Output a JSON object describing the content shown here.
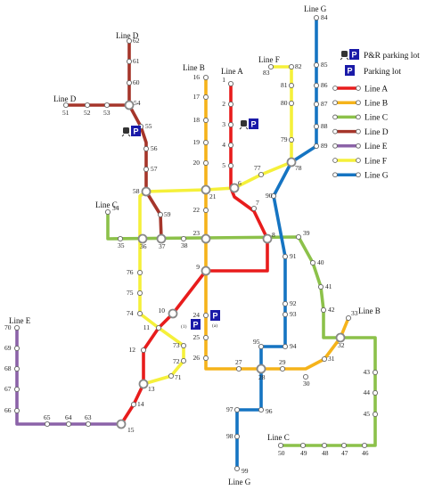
{
  "lines": [
    {
      "id": "A",
      "name": "Line A",
      "color": "#e81c1c"
    },
    {
      "id": "B",
      "name": "Line B",
      "color": "#f5b31a"
    },
    {
      "id": "C",
      "name": "Line C",
      "color": "#8cc14a"
    },
    {
      "id": "D",
      "name": "Line D",
      "color": "#a5352a"
    },
    {
      "id": "E",
      "name": "Line E",
      "color": "#8b62a8"
    },
    {
      "id": "F",
      "name": "Line F",
      "color": "#f5f03a"
    },
    {
      "id": "G",
      "name": "Line G",
      "color": "#1574c2"
    }
  ],
  "legend": {
    "pr_label": "P&R parking lot",
    "parking_label": "Parking lot",
    "p_glyph": "P",
    "items": [
      "Line A",
      "Line B",
      "Line C",
      "Line D",
      "Line E",
      "Line F",
      "Line G"
    ]
  },
  "line_labels": {
    "G_top": "Line G",
    "D_top": "Line D",
    "D_left": "Line D",
    "F": "Line F",
    "B_top": "Line B",
    "A": "Line A",
    "C_left": "Line C",
    "E": "Line E",
    "B_right": "Line B",
    "C_bottom": "Line C",
    "G_bottom": "Line G"
  },
  "stations": [
    "1",
    "2",
    "3",
    "4",
    "5",
    "6",
    "7",
    "8",
    "9",
    "10",
    "11",
    "12",
    "13",
    "14",
    "15",
    "16",
    "17",
    "18",
    "19",
    "20",
    "21",
    "22",
    "23",
    "24",
    "25",
    "26",
    "27",
    "28",
    "29",
    "30",
    "31",
    "32",
    "33",
    "34",
    "35",
    "36",
    "37",
    "38",
    "39",
    "40",
    "41",
    "42",
    "43",
    "44",
    "45",
    "46",
    "47",
    "48",
    "49",
    "50",
    "51",
    "52",
    "53",
    "54",
    "55",
    "56",
    "57",
    "58",
    "59",
    "60",
    "61",
    "62",
    "63",
    "64",
    "65",
    "66",
    "67",
    "68",
    "69",
    "70",
    "71",
    "72",
    "73",
    "74",
    "75",
    "76",
    "77",
    "78",
    "79",
    "80",
    "81",
    "82",
    "83",
    "84",
    "85",
    "86",
    "87",
    "88",
    "89",
    "90",
    "91",
    "92",
    "93",
    "94",
    "95",
    "96",
    "97",
    "98",
    "99"
  ],
  "notes": {
    "n1": "(1)",
    "na": "(a)"
  }
}
